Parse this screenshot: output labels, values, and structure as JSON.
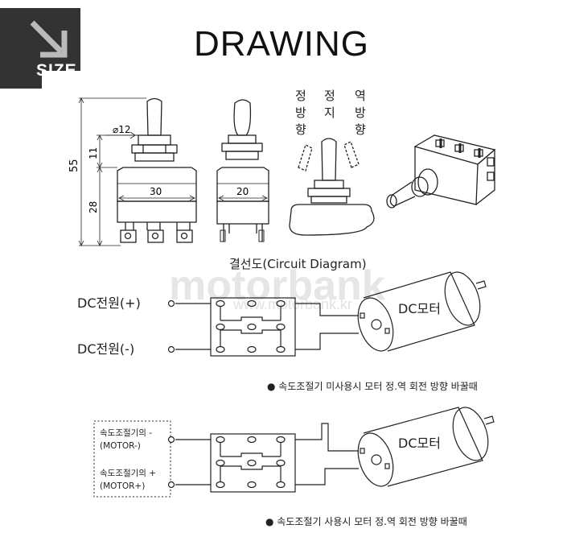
{
  "badge": {
    "label": "SIZE"
  },
  "title": "DRAWING",
  "dimensions": {
    "height_total": "55",
    "height_bushing": "11",
    "height_body": "28",
    "bushing_diameter": "⌀12",
    "body_width_front": "30",
    "body_width_side": "20"
  },
  "positions": {
    "forward": [
      "정",
      "방",
      "향"
    ],
    "stop": [
      "정",
      "지"
    ],
    "reverse": [
      "역",
      "방",
      "향"
    ]
  },
  "circuit": {
    "title": "결선도(Circuit Diagram)",
    "watermark": "motorbank",
    "watermark_small": "www.motorbank.kr",
    "top": {
      "dc_plus": "DC전원(+)",
      "dc_minus": "DC전원(-)",
      "motor_label": "DC모터",
      "caption": "● 속도조절기 미사용시 모터 정.역 회전 방향 바꿀때"
    },
    "bottom": {
      "ctrl_minus_1": "속도조절기의 -",
      "ctrl_minus_2": "(MOTOR-)",
      "ctrl_plus_1": "속도조절기의 +",
      "ctrl_plus_2": "(MOTOR+)",
      "motor_label": "DC모터",
      "caption": "● 속도조절기 사용시 모터 정.역 회전  방향 바꿀때"
    }
  },
  "colors": {
    "ink": "#222222",
    "badge": "#333333",
    "watermark": "#e6e6e6"
  }
}
